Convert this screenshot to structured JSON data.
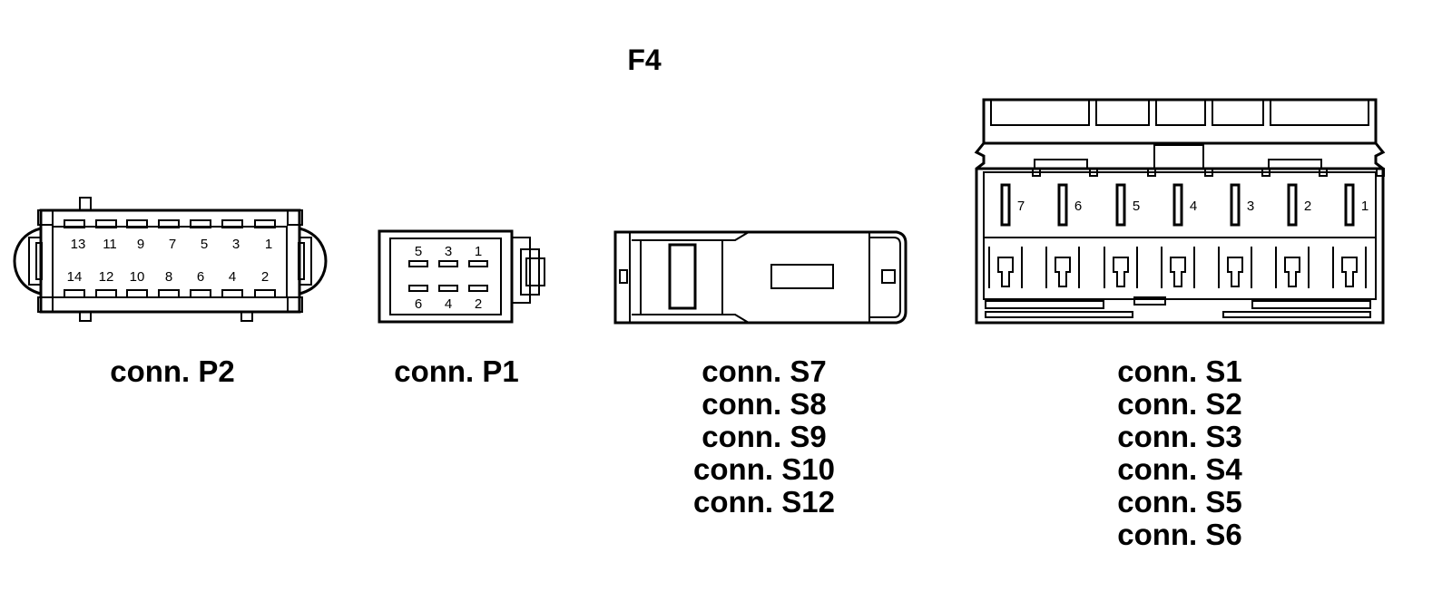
{
  "figure": {
    "title": "F4"
  },
  "connectors": {
    "p2": {
      "caption": "conn. P2",
      "top_pins": [
        "13",
        "11",
        "9",
        "7",
        "5",
        "3",
        "1"
      ],
      "bottom_pins": [
        "14",
        "12",
        "10",
        "8",
        "6",
        "4",
        "2"
      ]
    },
    "p1": {
      "caption": "conn. P1",
      "top_pins": [
        "5",
        "3",
        "1"
      ],
      "bottom_pins": [
        "6",
        "4",
        "2"
      ]
    },
    "s_small": {
      "captions": [
        "conn. S7",
        "conn. S8",
        "conn. S9",
        "conn. S10",
        "conn. S12"
      ]
    },
    "s_large": {
      "captions": [
        "conn. S1",
        "conn. S2",
        "conn. S3",
        "conn. S4",
        "conn. S5",
        "conn. S6"
      ],
      "pins": [
        "7",
        "6",
        "5",
        "4",
        "3",
        "2",
        "1"
      ]
    }
  }
}
